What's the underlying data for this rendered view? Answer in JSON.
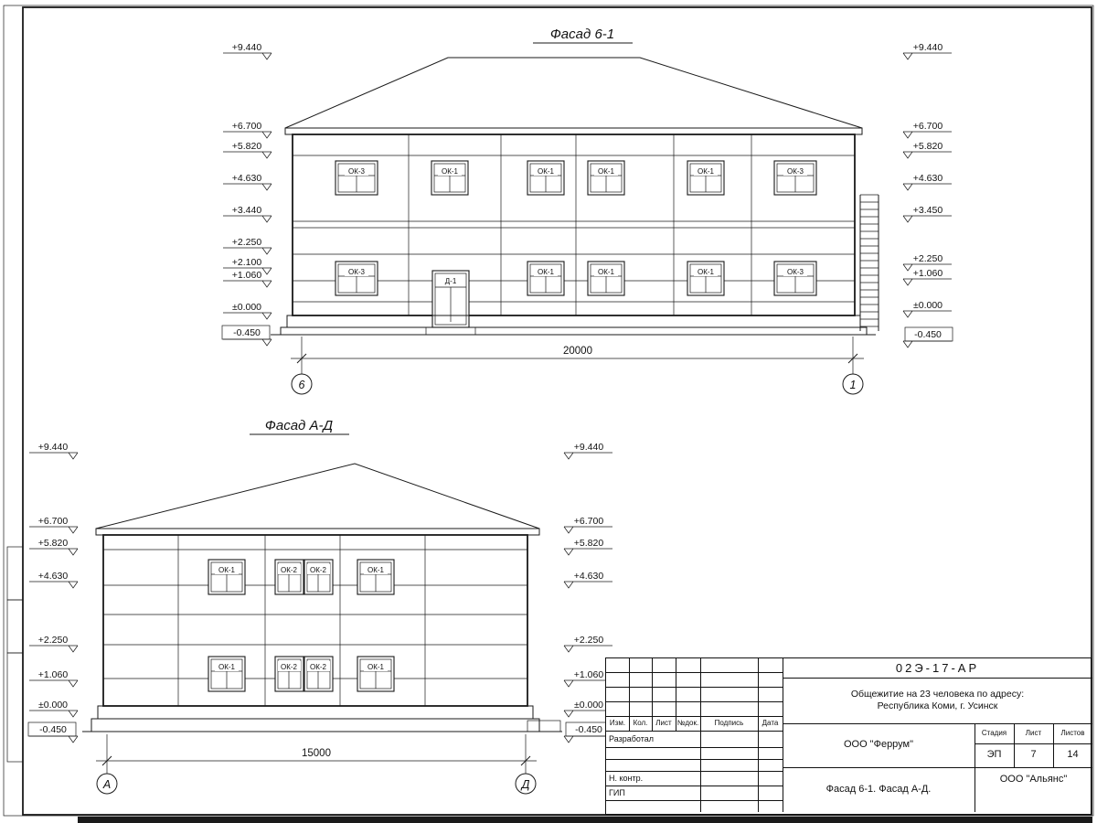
{
  "facade1": {
    "title": "Фасад 6-1",
    "left_marks": [
      "+9.440",
      "+6.700",
      "+5.820",
      "+4.630",
      "+3.440",
      "+2.250",
      "+2.100",
      "+1.060",
      "±0.000",
      "-0.450"
    ],
    "right_marks": [
      "+9.440",
      "+6.700",
      "+5.820",
      "+4.630",
      "+3.450",
      "+2.250",
      "+1.060",
      "±0.000",
      "-0.450"
    ],
    "windows_upper": [
      "ОК-3",
      "ОК-1",
      "ОК-1",
      "ОК-1",
      "ОК-1",
      "ОК-3"
    ],
    "windows_lower": [
      "ОК-3",
      "Д-1",
      "ОК-1",
      "ОК-1",
      "ОК-1",
      "ОК-3"
    ],
    "dimension": "20000",
    "axis_left": "6",
    "axis_right": "1"
  },
  "facade2": {
    "title": "Фасад А-Д",
    "left_marks": [
      "+9.440",
      "+6.700",
      "+5.820",
      "+4.630",
      "+2.250",
      "+1.060",
      "±0.000",
      "-0.450"
    ],
    "right_marks": [
      "+9.440",
      "+6.700",
      "+5.820",
      "+4.630",
      "+2.250",
      "+1.060",
      "±0.000",
      "-0.450"
    ],
    "windows_upper": [
      "ОК-1",
      "ОК-2",
      "ОК-2",
      "ОК-1"
    ],
    "windows_lower": [
      "ОК-1",
      "ОК-2",
      "ОК-2",
      "ОК-1"
    ],
    "dimension": "15000",
    "axis_left": "А",
    "axis_right": "Д"
  },
  "title_block": {
    "doc_number": "02Э-17-АР",
    "project_line1": "Общежитие на 23 человека по адресу:",
    "project_line2": "Республика Коми, г. Усинск",
    "columns": [
      "Изм.",
      "Кол.",
      "Лист",
      "№док.",
      "Подпись",
      "Дата"
    ],
    "roles": [
      "Разработал",
      "Н. контр.",
      "ГИП"
    ],
    "contractor": "ООО \"Феррум\"",
    "stage_label": "Стадия",
    "sheet_label": "Лист",
    "sheets_label": "Листов",
    "stage": "ЭП",
    "sheet_no": "7",
    "sheets_total": "14",
    "sheet_title": "Фасад 6-1. Фасад  А-Д.",
    "org": "ООО \"Альянс\""
  }
}
